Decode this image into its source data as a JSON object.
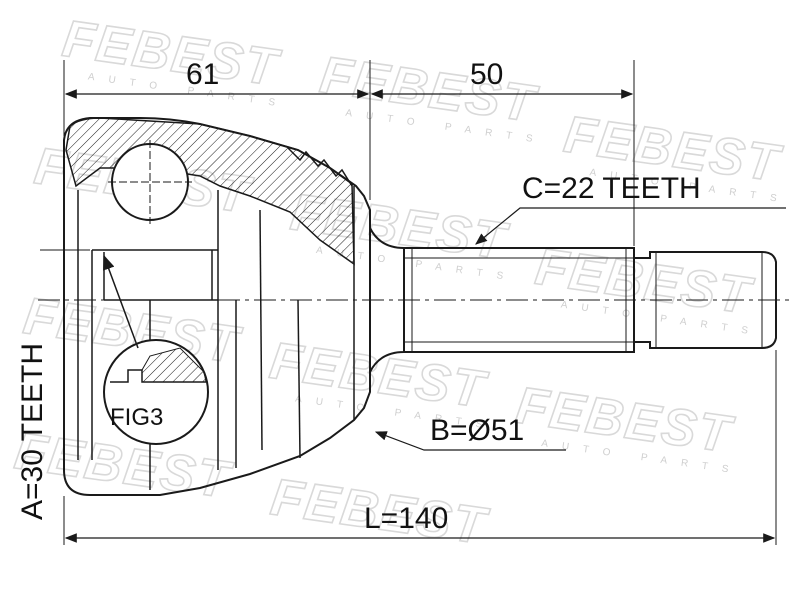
{
  "watermark": {
    "brand": "FEBEST",
    "sub": "AUTO PARTS"
  },
  "dimensions": {
    "outer_length": "61",
    "shaft_length": "50",
    "total_length": "L=140",
    "spline_c": "C=22 TEETH",
    "diameter_b": "B=Ø51",
    "spline_a": "A=30 TEETH",
    "fig_ref": "FIG3"
  },
  "colors": {
    "line": "#1a1a1a",
    "watermark": "#d9d9d9"
  }
}
